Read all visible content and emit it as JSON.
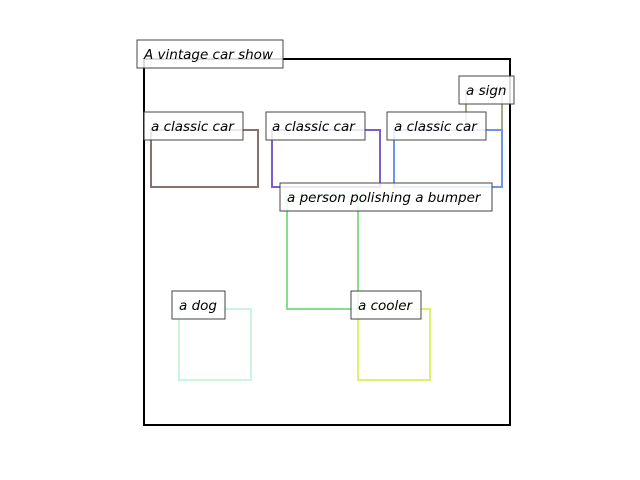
{
  "scene": {
    "caption": "A vintage car show",
    "frame_color": "#000000"
  },
  "boxes": [
    {
      "label": "a sign",
      "color": "#a8a888"
    },
    {
      "label": "a classic car",
      "color": "#8b6f6f"
    },
    {
      "label": "a classic car",
      "color": "#7e5ec8"
    },
    {
      "label": "a classic car",
      "color": "#6d95e6"
    },
    {
      "label": "a person polishing a bumper",
      "color": "#88dd8d"
    },
    {
      "label": "a dog",
      "color": "#c9f5df"
    },
    {
      "label": "a cooler",
      "color": "#dfef6f"
    }
  ]
}
